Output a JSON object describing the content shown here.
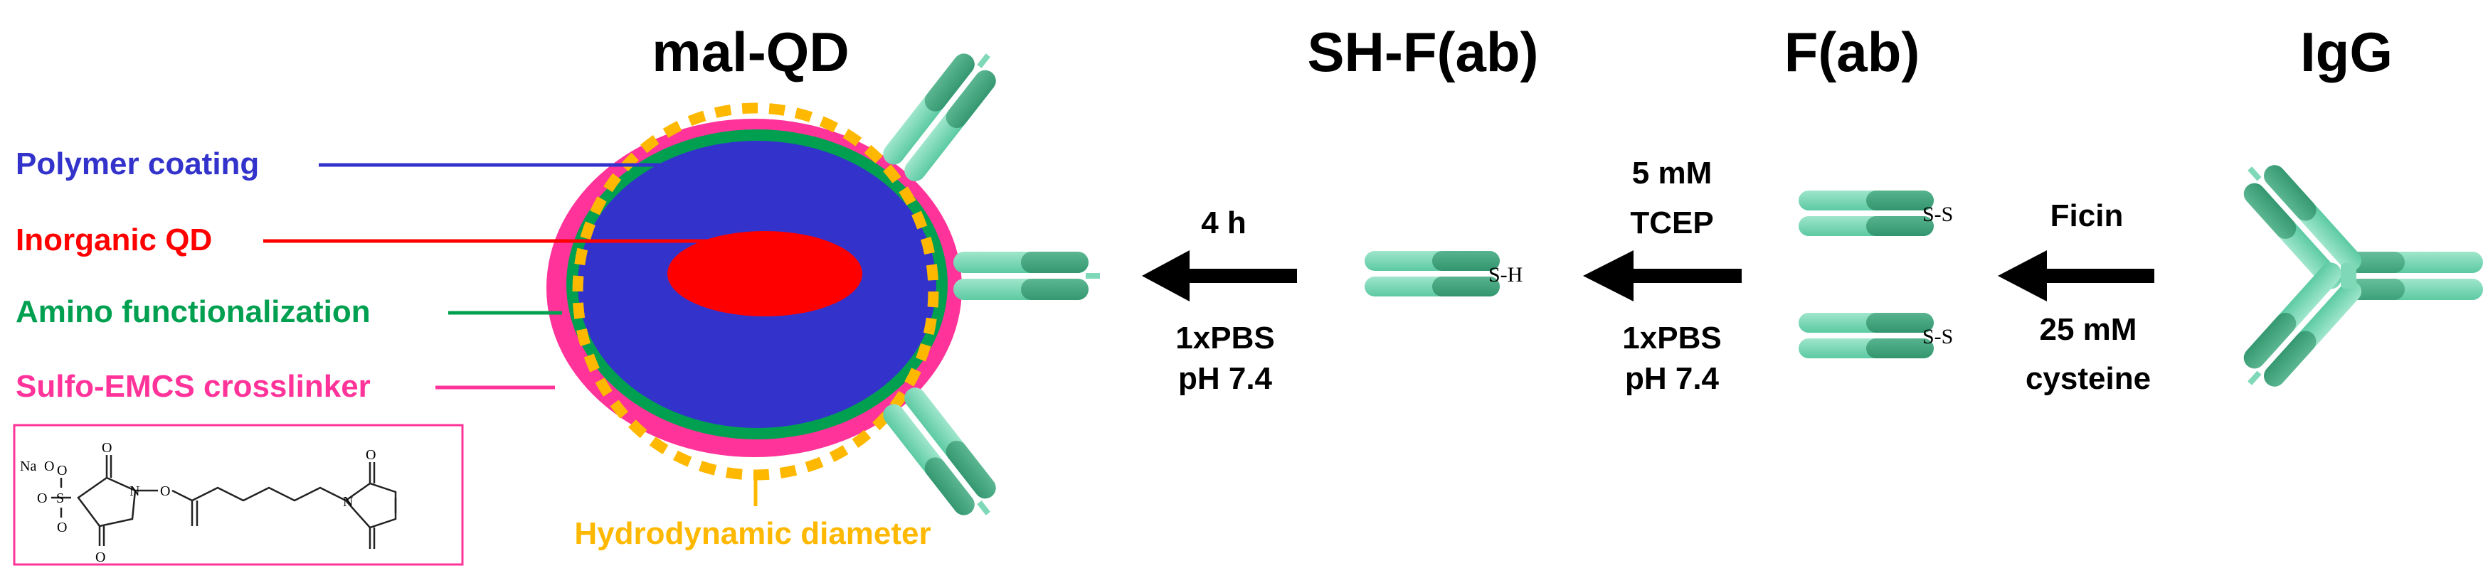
{
  "titles": {
    "mal_qd": "mal-QD",
    "sh_fab": "SH-F(ab)",
    "fab": "F(ab)",
    "igg": "IgG"
  },
  "layers": {
    "polymer": "Polymer coating",
    "inorganic": "Inorganic QD",
    "amino": "Amino functionalization",
    "sulfo": "Sulfo-EMCS crosslinker",
    "hydro": "Hydrodynamic diameter"
  },
  "steps": {
    "step1": {
      "top": "Ficin",
      "bottom1": "25 mM",
      "bottom2": "cysteine"
    },
    "step2": {
      "top1": "5 mM",
      "top2": "TCEP",
      "bottom1": "1xPBS",
      "bottom2": "pH 7.4"
    },
    "step3": {
      "top": "4 h",
      "bottom1": "1xPBS",
      "bottom2": "pH 7.4"
    }
  },
  "fragment_labels": {
    "disulfide_a": "S-S",
    "disulfide_b": "S-S",
    "thiol": "S-H"
  },
  "molecule": {
    "na": "Na",
    "o_minus": "O",
    "s": "S",
    "n1": "N",
    "n2": "N",
    "o_labels": [
      "O",
      "O",
      "O",
      "O",
      "O",
      "O",
      "O"
    ]
  },
  "colors": {
    "polymer": "#3333cc",
    "inorganic": "#ff0000",
    "amino": "#00a050",
    "sulfo": "#ff3399",
    "hydro": "#ffb800",
    "antibody_light": "#6fd3b0",
    "antibody_dark": "#2e8f68",
    "arrow": "#000000"
  }
}
